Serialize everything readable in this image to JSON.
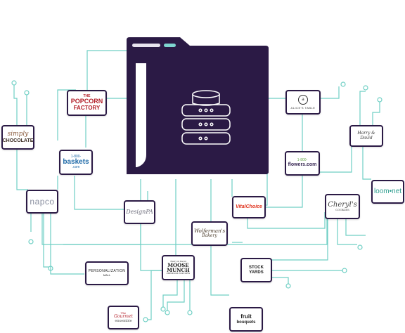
{
  "colors": {
    "folder_dark": "#2b1a45",
    "folder_bar_light": "#e8e4ef",
    "folder_bar_accent": "#7fd6d0",
    "connector": "#6fcfc4",
    "card_border": "#2b1a45",
    "popcorn_red": "#b3202a",
    "vital_red": "#e0341f",
    "flowers_green": "#6aa84f",
    "baskets_blue": "#1f6aa8",
    "loom_teal": "#2e9e8f"
  },
  "center": {
    "icon": "database-server-icon"
  },
  "brands": {
    "simply_chocolate": {
      "line1": "simply",
      "line2": "CHOCOLATE"
    },
    "popcorn_factory": {
      "line1": "THE",
      "line2": "POPCORN",
      "line3": "FACTORY"
    },
    "baskets": {
      "line1": "1-800-",
      "line2": "baskets",
      "line3": ".com"
    },
    "napco": {
      "text": "napco"
    },
    "designpac": {
      "text": "DesignPA"
    },
    "wolfermans": {
      "line1": "Wolferman's",
      "line2": "Bakery"
    },
    "vital_choice": {
      "text": "VitalChoice"
    },
    "alice_table": {
      "text": "ALICE'S TABLE"
    },
    "flowers": {
      "line1": "1-800-",
      "line2": "flowers.com"
    },
    "harry_david": {
      "text": "Harry & David"
    },
    "loomnet": {
      "text": "loom•net"
    },
    "cheryls": {
      "line1": "Cheryl's",
      "line2": "COOKIES"
    },
    "personalization": {
      "line1": "PERSONALIZATION",
      "line2": "MALL"
    },
    "moose_munch": {
      "line1": "Harry & David",
      "line2": "MOOSE",
      "line3": "MUNCH",
      "line4": "PREMIUM POPCORN"
    },
    "stock_yards": {
      "text": "STOCK YARDS"
    },
    "simply_gourmet": {
      "line1": "The",
      "line2": "Gourmet",
      "line3": "ensemble"
    },
    "fruit_bouquets": {
      "line1": "fruit",
      "line2": "bouquets"
    }
  }
}
